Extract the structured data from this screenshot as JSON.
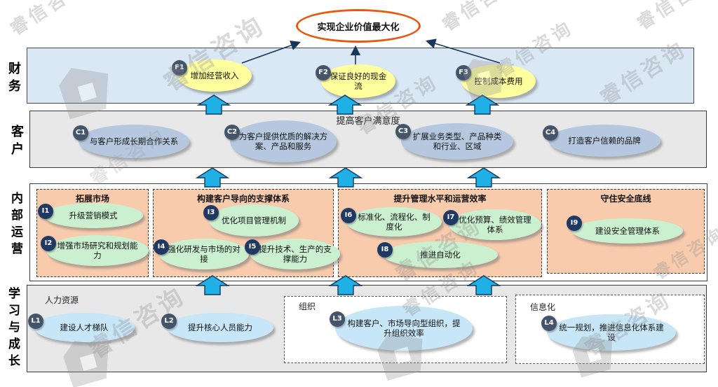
{
  "watermark": {
    "text": "睿信咨询"
  },
  "goal": "实现企业价值最大化",
  "finance": {
    "label": "财务",
    "nodes": [
      {
        "id": "F1",
        "text": "增加经营收入"
      },
      {
        "id": "F2",
        "text": "保证良好的现金流"
      },
      {
        "id": "F3",
        "text": "控制成本费用"
      }
    ]
  },
  "customer": {
    "label": "客户",
    "title": "提高客户满意度",
    "nodes": [
      {
        "id": "C1",
        "text": "与客户形成长期合作关系"
      },
      {
        "id": "C2",
        "text": "为客户提供优质的解决方案、产品和服务"
      },
      {
        "id": "C3",
        "text": "扩展业务类型、产品种类和行业、区域"
      },
      {
        "id": "C4",
        "text": "打造客户信赖的品牌"
      }
    ]
  },
  "internal": {
    "label": "内部运营",
    "groups": [
      {
        "title": "拓展市场",
        "nodes": [
          {
            "id": "I1",
            "text": "升级营销模式"
          },
          {
            "id": "I2",
            "text": "增强市场研究和规划能力"
          }
        ]
      },
      {
        "title": "构建客户导向的支撑体系",
        "nodes": [
          {
            "id": "I3",
            "text": "优化项目管理机制"
          },
          {
            "id": "I4",
            "text": "强化研发与市场的对接"
          },
          {
            "id": "I5",
            "text": "提升技术、生产的支撑能力"
          }
        ]
      },
      {
        "title": "提升管理水平和运营效率",
        "nodes": [
          {
            "id": "I6",
            "text": "标准化、流程化、制度化"
          },
          {
            "id": "I7",
            "text": "优化预算、绩效管理体系"
          },
          {
            "id": "I8",
            "text": "推进自动化"
          }
        ]
      },
      {
        "title": "守住安全底线",
        "nodes": [
          {
            "id": "I9",
            "text": "建设安全管理体系"
          }
        ]
      }
    ]
  },
  "learning": {
    "label": "学习与成长",
    "groups": [
      {
        "title": "人力资源",
        "nodes": [
          {
            "id": "L1",
            "text": "建设人才梯队"
          },
          {
            "id": "L2",
            "text": "提升核心人员能力"
          }
        ]
      },
      {
        "title": "组织",
        "nodes": [
          {
            "id": "L3",
            "text": "构建客户、市场导向型组织，提升组织效率"
          }
        ]
      },
      {
        "title": "信息化",
        "nodes": [
          {
            "id": "L4",
            "text": "统一规划，推进信息化体系建设"
          }
        ]
      }
    ]
  },
  "colors": {
    "goal_border": "#E8590F",
    "finance_band": "#DAE8F5",
    "customer_band": "#E8E8E8",
    "internal_group_box": "#F8CBAD",
    "finance_node": "#FFFF9E",
    "customer_node": "#B6C8DF",
    "internal_node": "#CBF0D0",
    "learning_node": "#C7E6F8",
    "badge_slate": "#44546A",
    "badge_navy": "#1F3864",
    "arrow_cyan": "#1FB0E6",
    "arrow_navy": "#17375E"
  }
}
